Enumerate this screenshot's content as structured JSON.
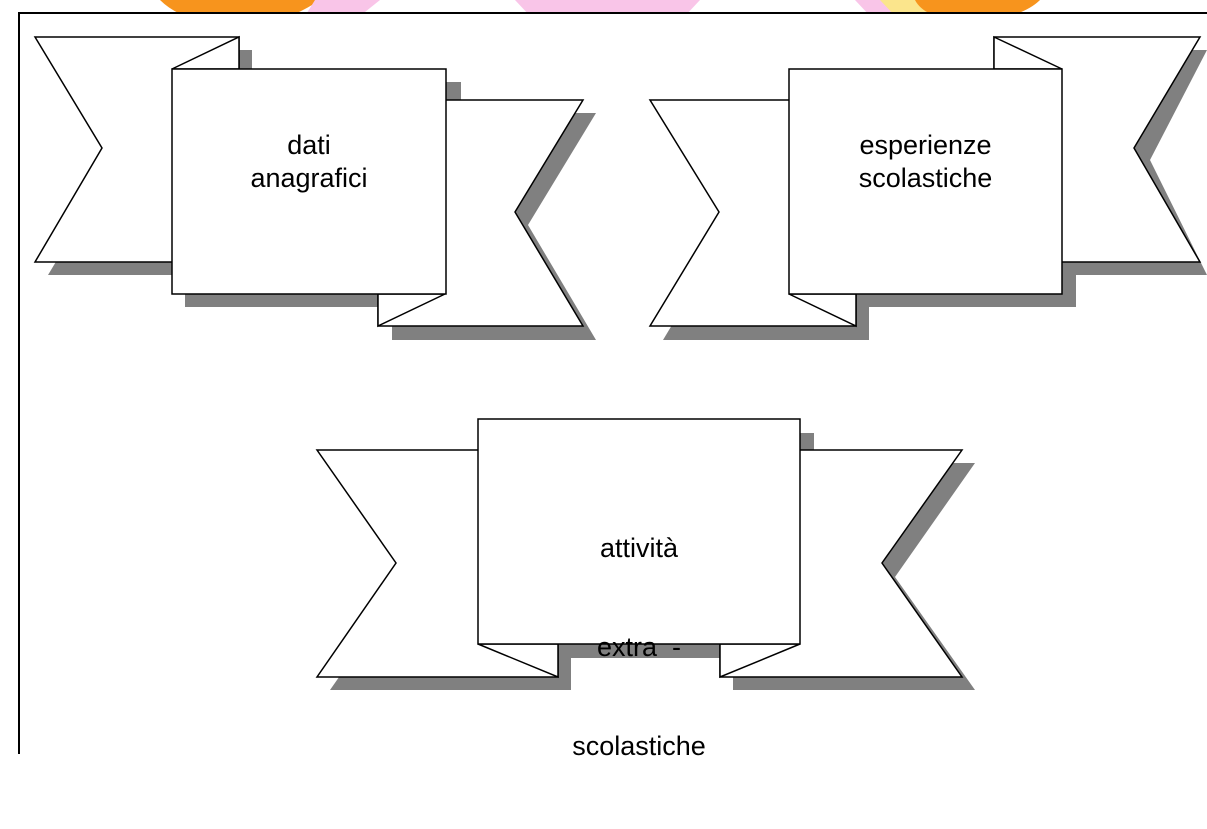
{
  "colors": {
    "decoration_orange": "#f7941d",
    "decoration_pink": "#f9c5e8",
    "decoration_yellow": "#fbe58c",
    "shadow": "#808080",
    "outline": "#000000",
    "fill": "#ffffff"
  },
  "banners": [
    {
      "id": "dati-anagrafici",
      "lines": [
        "dati",
        "anagrafici"
      ]
    },
    {
      "id": "esperienze-scolastiche",
      "lines": [
        "esperienze",
        "scolastiche"
      ]
    },
    {
      "id": "attivita-extra-scolastiche",
      "lines": [
        "attività",
        "extra  -",
        "scolastiche"
      ]
    }
  ]
}
